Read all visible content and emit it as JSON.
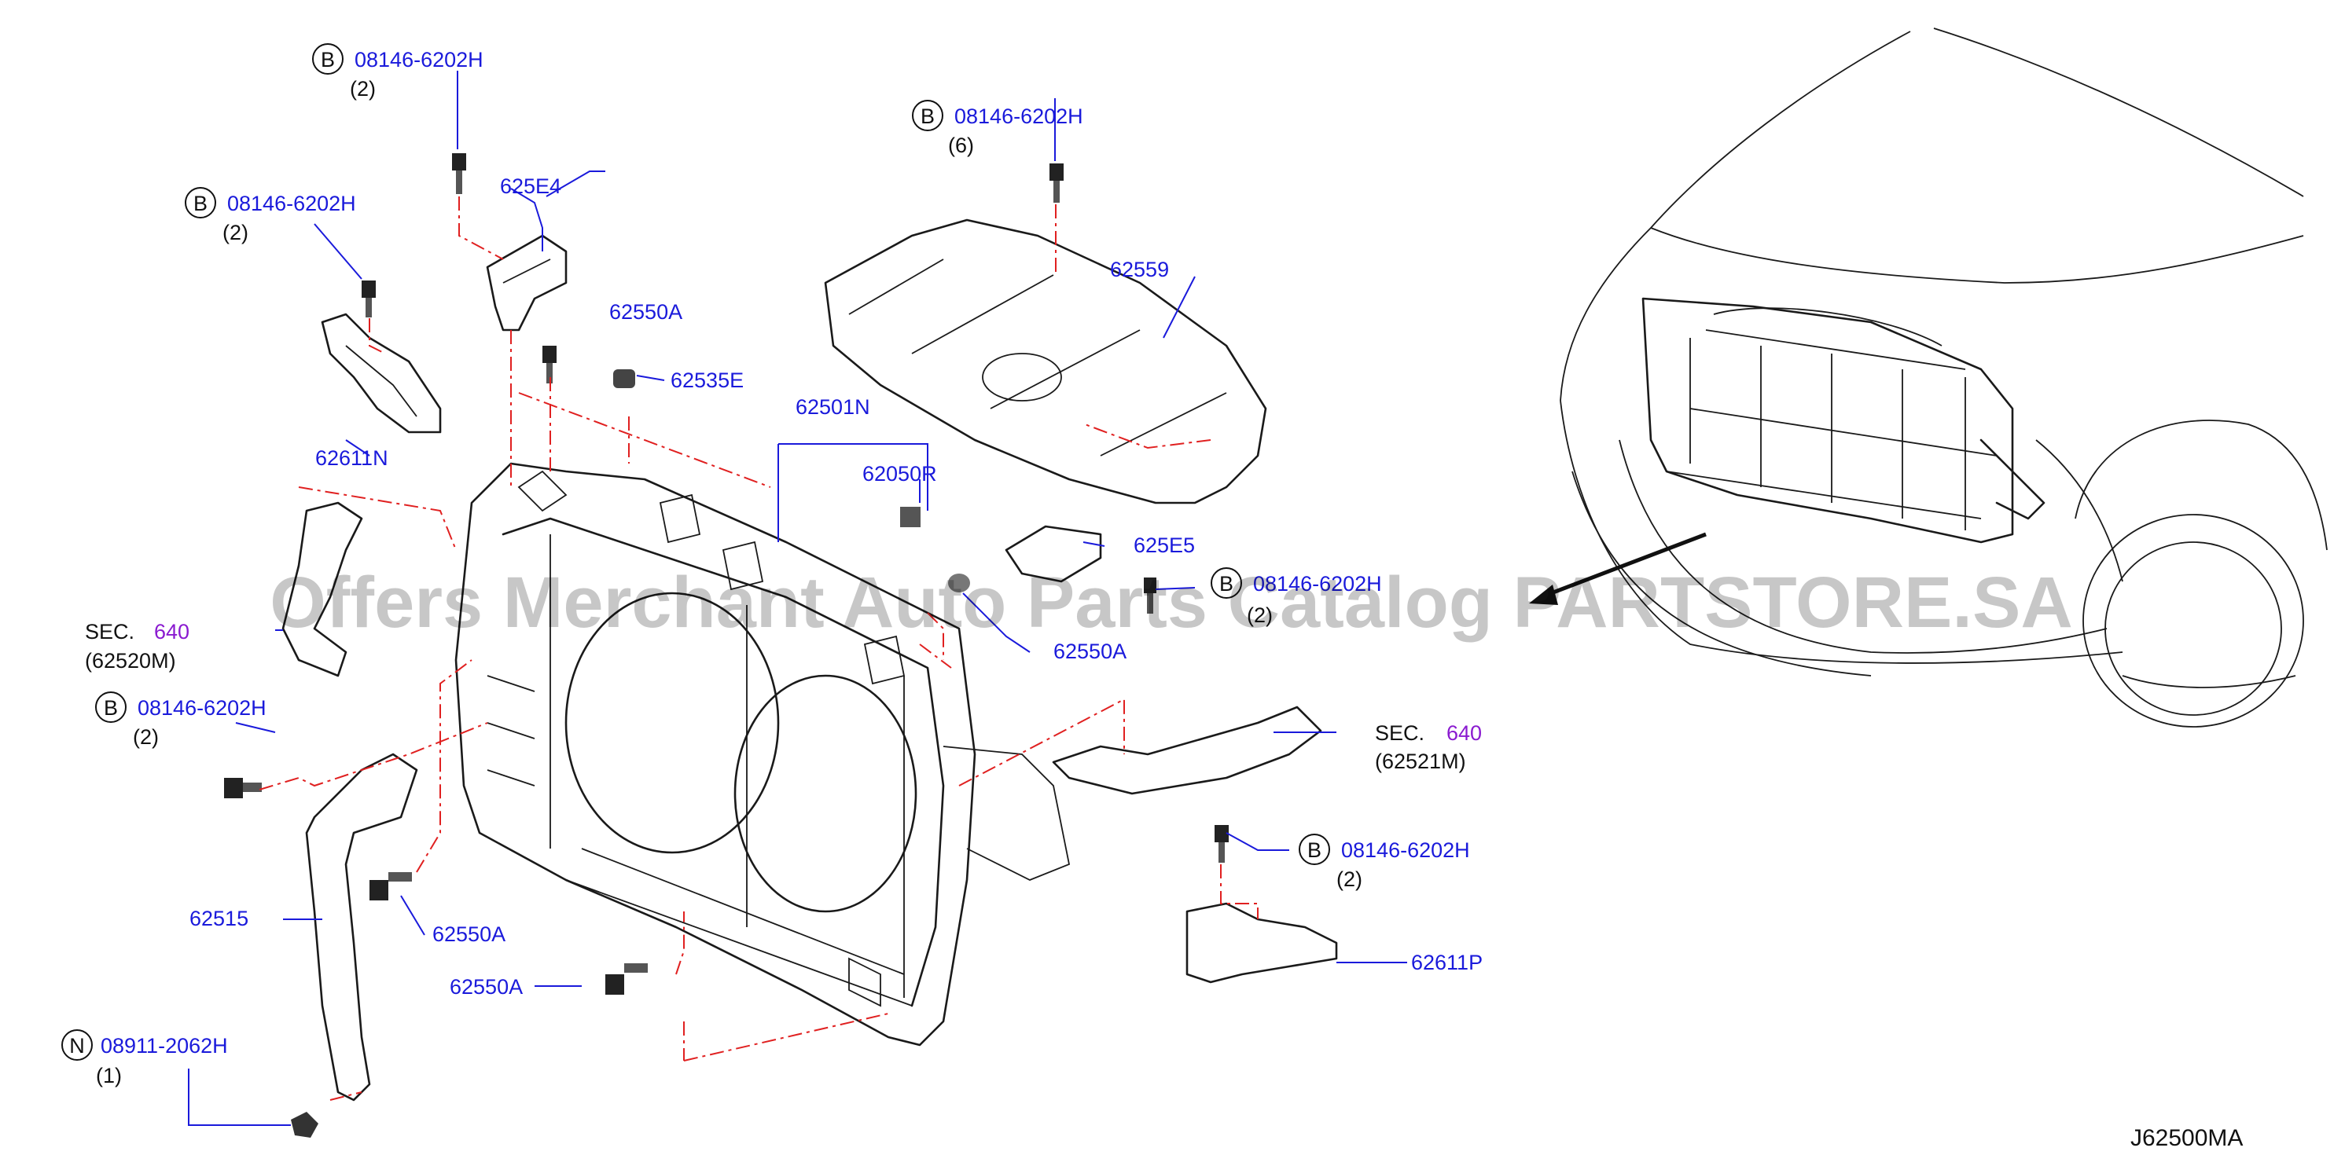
{
  "diagram": {
    "code": "J62500MA",
    "watermark": "Offers Merchant Auto Parts Catalog PARTSTORE.SA",
    "callouts": [
      {
        "id": "c1",
        "prefix": "B",
        "part": "08146-6202H",
        "qty": "(2)"
      },
      {
        "id": "c2",
        "prefix": "B",
        "part": "08146-6202H",
        "qty": "(2)"
      },
      {
        "id": "c3",
        "prefix": "B",
        "part": "08146-6202H",
        "qty": "(6)"
      },
      {
        "id": "c4",
        "prefix": "B",
        "part": "08146-6202H",
        "qty": "(2)"
      },
      {
        "id": "c5",
        "prefix": "B",
        "part": "08146-6202H",
        "qty": "(2)"
      },
      {
        "id": "c6",
        "prefix": "B",
        "part": "08146-6202H",
        "qty": "(2)"
      },
      {
        "id": "c7",
        "prefix": "N",
        "part": "08911-2062H",
        "qty": "(1)"
      }
    ],
    "parts": {
      "p625E4": "625E4",
      "p62550A_1": "62550A",
      "p62535E": "62535E",
      "p62611N": "62611N",
      "p62559": "62559",
      "p62501N": "62501N",
      "p62050R": "62050R",
      "p625E5": "625E5",
      "p62550A_2": "62550A",
      "p62515": "62515",
      "p62550A_3": "62550A",
      "p62550A_4": "62550A",
      "p62611P": "62611P"
    },
    "sections": [
      {
        "id": "s1",
        "prefix": "SEC.",
        "number": "640",
        "sub": "(62520M)"
      },
      {
        "id": "s2",
        "prefix": "SEC.",
        "number": "640",
        "sub": "(62521M)"
      }
    ]
  }
}
